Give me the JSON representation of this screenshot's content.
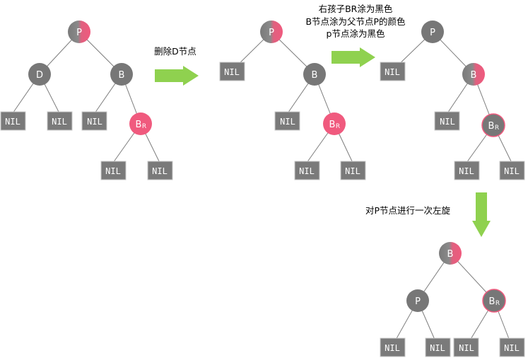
{
  "colors": {
    "black_node": "#777777",
    "red_node": "#f05a7e",
    "nil_box": "#7a7a7a",
    "edge": "#7d7d7d",
    "arrow": "#8fd14f"
  },
  "captions": {
    "step1": "删除D节点",
    "step2": [
      "右孩子BR涂为黑色",
      "B节点涂为父节点P的颜色",
      "p节点涂为黑色"
    ],
    "step3": "对P节点进行一次左旋"
  },
  "nil_label": "NIL",
  "trees": [
    {
      "name": "tree-initial",
      "nodes": [
        {
          "id": "P",
          "label": "P",
          "color": "mixed"
        },
        {
          "id": "D",
          "label": "D",
          "color": "black"
        },
        {
          "id": "B",
          "label": "B",
          "color": "black"
        },
        {
          "id": "BR",
          "label": "B",
          "sub": "R",
          "color": "red"
        }
      ]
    },
    {
      "name": "tree-after-delete",
      "nodes": [
        {
          "id": "P",
          "label": "P",
          "color": "mixed"
        },
        {
          "id": "B",
          "label": "B",
          "color": "black"
        },
        {
          "id": "BR",
          "label": "B",
          "sub": "R",
          "color": "red"
        }
      ]
    },
    {
      "name": "tree-after-recolor",
      "nodes": [
        {
          "id": "P",
          "label": "P",
          "color": "black"
        },
        {
          "id": "B",
          "label": "B",
          "color": "mixed"
        },
        {
          "id": "BR",
          "label": "B",
          "sub": "R",
          "color": "black-outlined"
        }
      ]
    },
    {
      "name": "tree-after-rotate",
      "nodes": [
        {
          "id": "B",
          "label": "B",
          "color": "mixed"
        },
        {
          "id": "P",
          "label": "P",
          "color": "black"
        },
        {
          "id": "BR",
          "label": "B",
          "sub": "R",
          "color": "black-outlined"
        }
      ]
    }
  ]
}
